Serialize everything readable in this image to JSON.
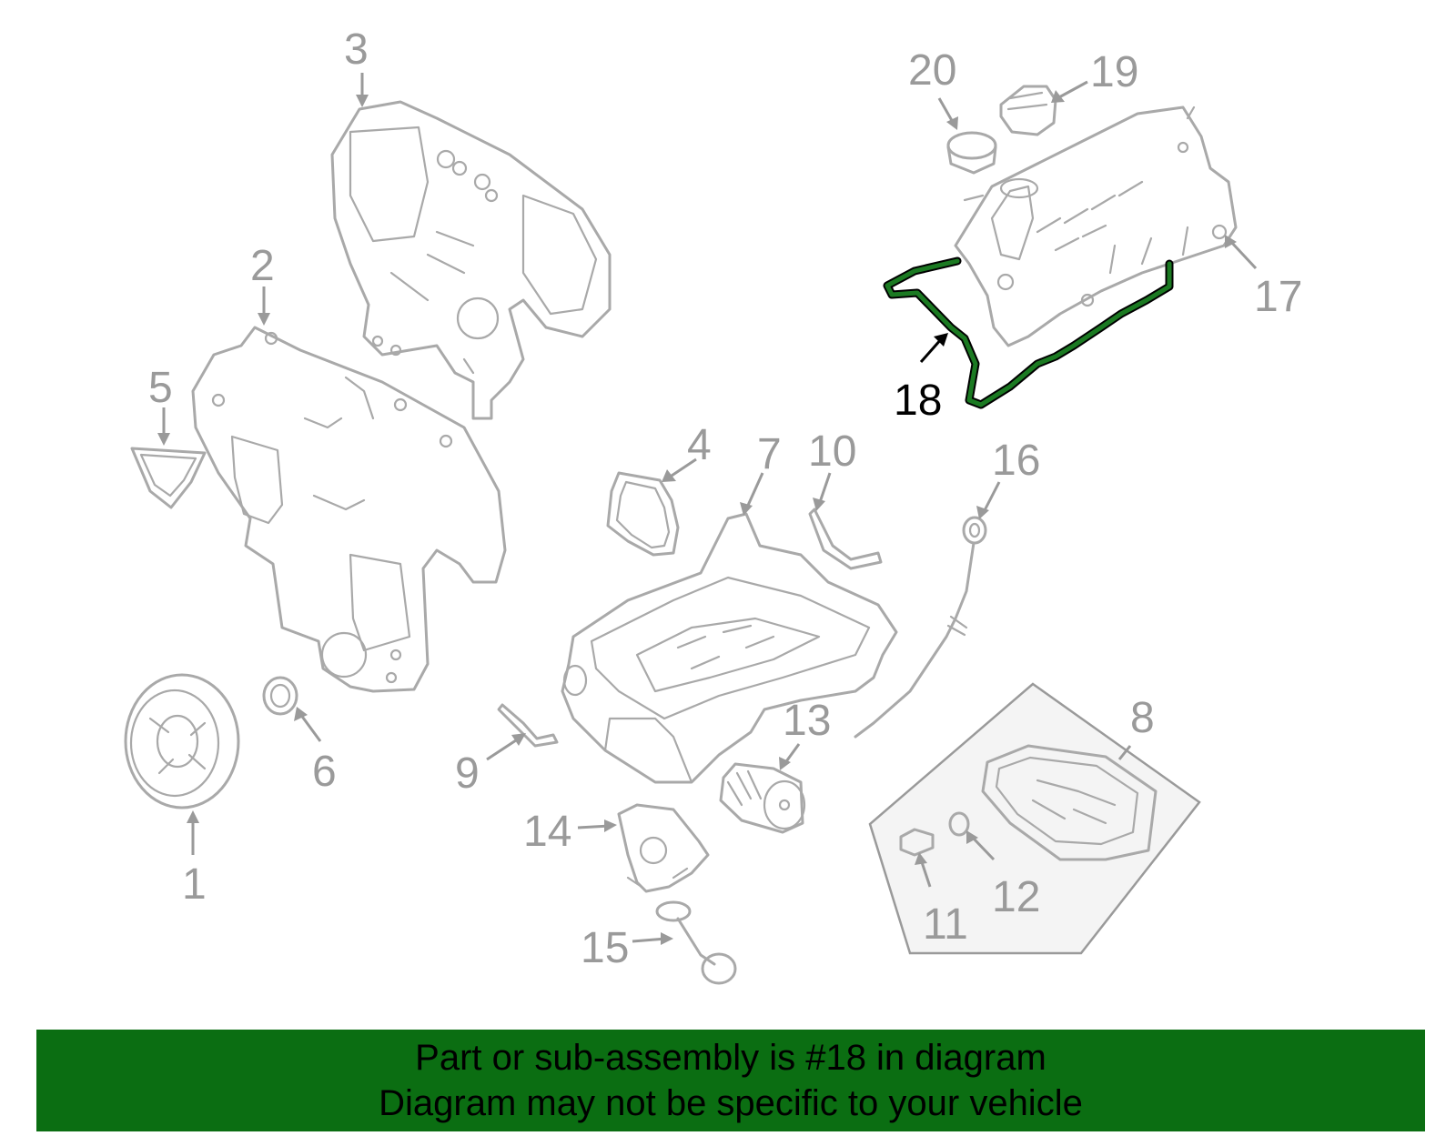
{
  "callouts": [
    {
      "id": "1",
      "label": "1",
      "highlighted": false
    },
    {
      "id": "2",
      "label": "2",
      "highlighted": false
    },
    {
      "id": "3",
      "label": "3",
      "highlighted": false
    },
    {
      "id": "4",
      "label": "4",
      "highlighted": false
    },
    {
      "id": "5",
      "label": "5",
      "highlighted": false
    },
    {
      "id": "6",
      "label": "6",
      "highlighted": false
    },
    {
      "id": "7",
      "label": "7",
      "highlighted": false
    },
    {
      "id": "8",
      "label": "8",
      "highlighted": false
    },
    {
      "id": "9",
      "label": "9",
      "highlighted": false
    },
    {
      "id": "10",
      "label": "10",
      "highlighted": false
    },
    {
      "id": "11",
      "label": "11",
      "highlighted": false
    },
    {
      "id": "12",
      "label": "12",
      "highlighted": false
    },
    {
      "id": "13",
      "label": "13",
      "highlighted": false
    },
    {
      "id": "14",
      "label": "14",
      "highlighted": false
    },
    {
      "id": "15",
      "label": "15",
      "highlighted": false
    },
    {
      "id": "16",
      "label": "16",
      "highlighted": false
    },
    {
      "id": "17",
      "label": "17",
      "highlighted": false
    },
    {
      "id": "18",
      "label": "18",
      "highlighted": true
    },
    {
      "id": "19",
      "label": "19",
      "highlighted": false
    },
    {
      "id": "20",
      "label": "20",
      "highlighted": false
    }
  ],
  "colors": {
    "highlight_part": "#1b7a22",
    "banner_background": "#0b6e12",
    "line_art": "#a9a9a9",
    "callout_text": "#9a9a9a"
  },
  "banner": {
    "line1": "Part or sub-assembly is #18 in diagram",
    "line2": "Diagram may not be specific to your vehicle"
  }
}
